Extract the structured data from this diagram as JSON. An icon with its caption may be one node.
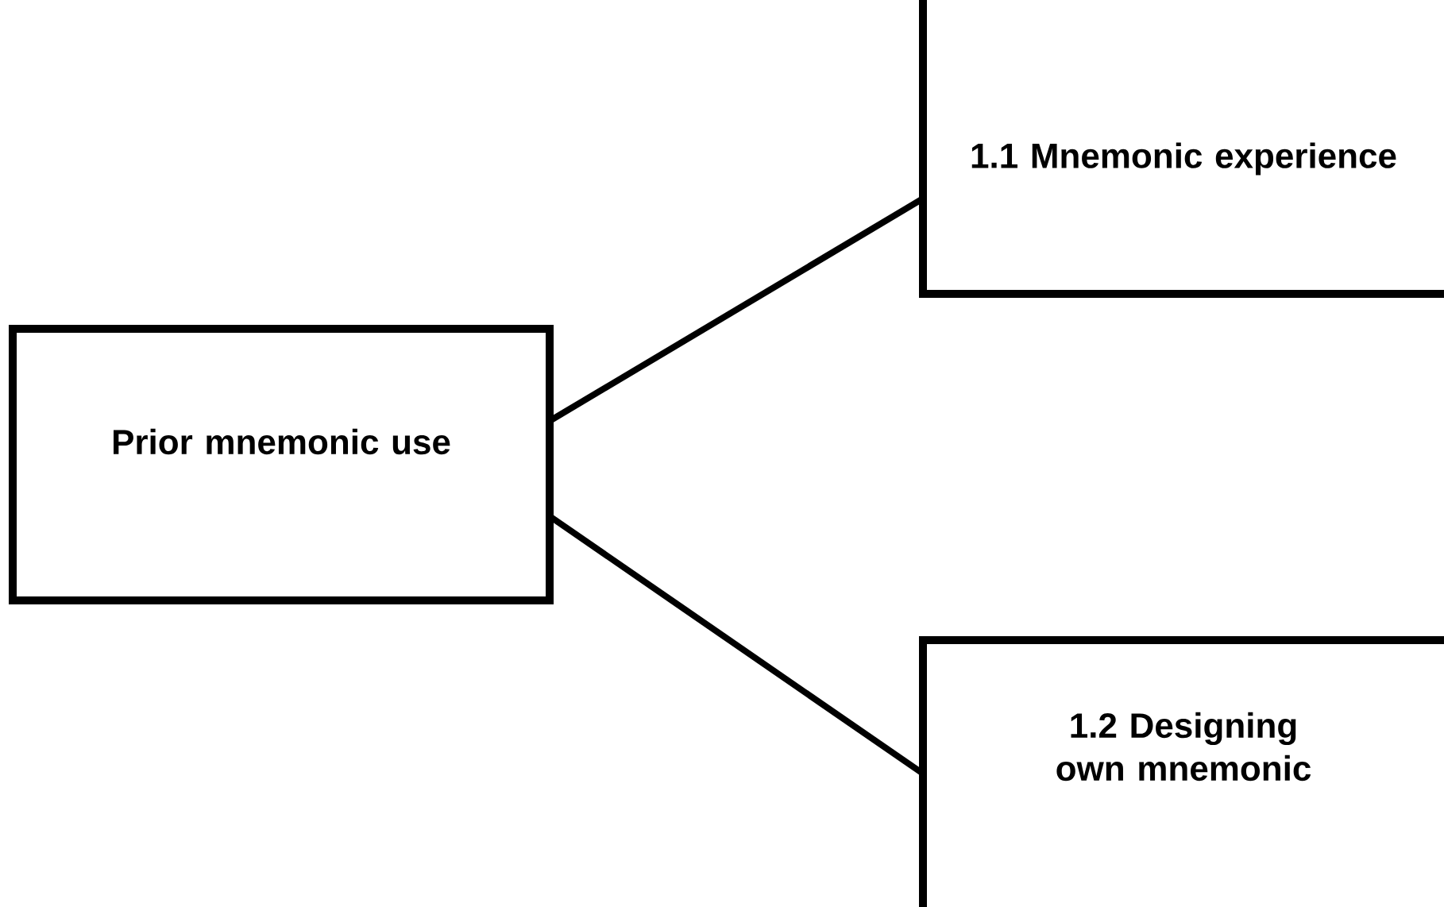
{
  "diagram": {
    "nodes": [
      {
        "text": [
          "Prior mnemonic use"
        ]
      },
      {
        "text": [
          "1.1 Mnemonic experience"
        ]
      },
      {
        "text": [
          "1.2 Designing own mnemonic"
        ]
      }
    ],
    "edges": [
      {
        "from": 0,
        "to": 1,
        "arrow": "none"
      },
      {
        "from": 0,
        "to": 2,
        "arrow": "none"
      }
    ]
  }
}
